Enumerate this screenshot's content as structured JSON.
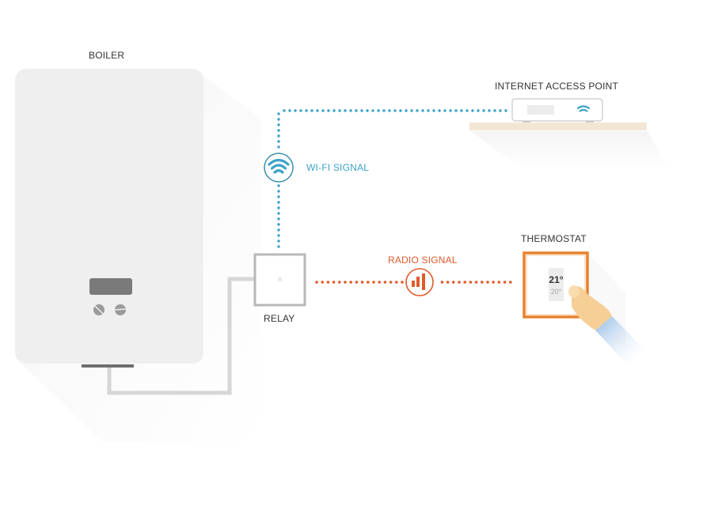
{
  "labels": {
    "boiler": "BOILER",
    "internet_access_point": "INTERNET ACCESS POINT",
    "wifi_signal": "WI-FI SIGNAL",
    "relay": "RELAY",
    "radio_signal": "RADIO SIGNAL",
    "thermostat": "THERMOSTAT"
  },
  "thermostat_display": {
    "current_temp": "21°",
    "set_temp": "20°"
  },
  "colors": {
    "wifi": "#3aa3c8",
    "radio": "#e05a2b",
    "thermostat_frame": "#e8822e",
    "boiler_body": "#efefef",
    "boiler_panel": "#7a7a7a",
    "cable": "#d6d6d6",
    "shelf": "#f2e6d6",
    "skin": "#f6cf96",
    "sleeve": "#8fb8e6"
  }
}
